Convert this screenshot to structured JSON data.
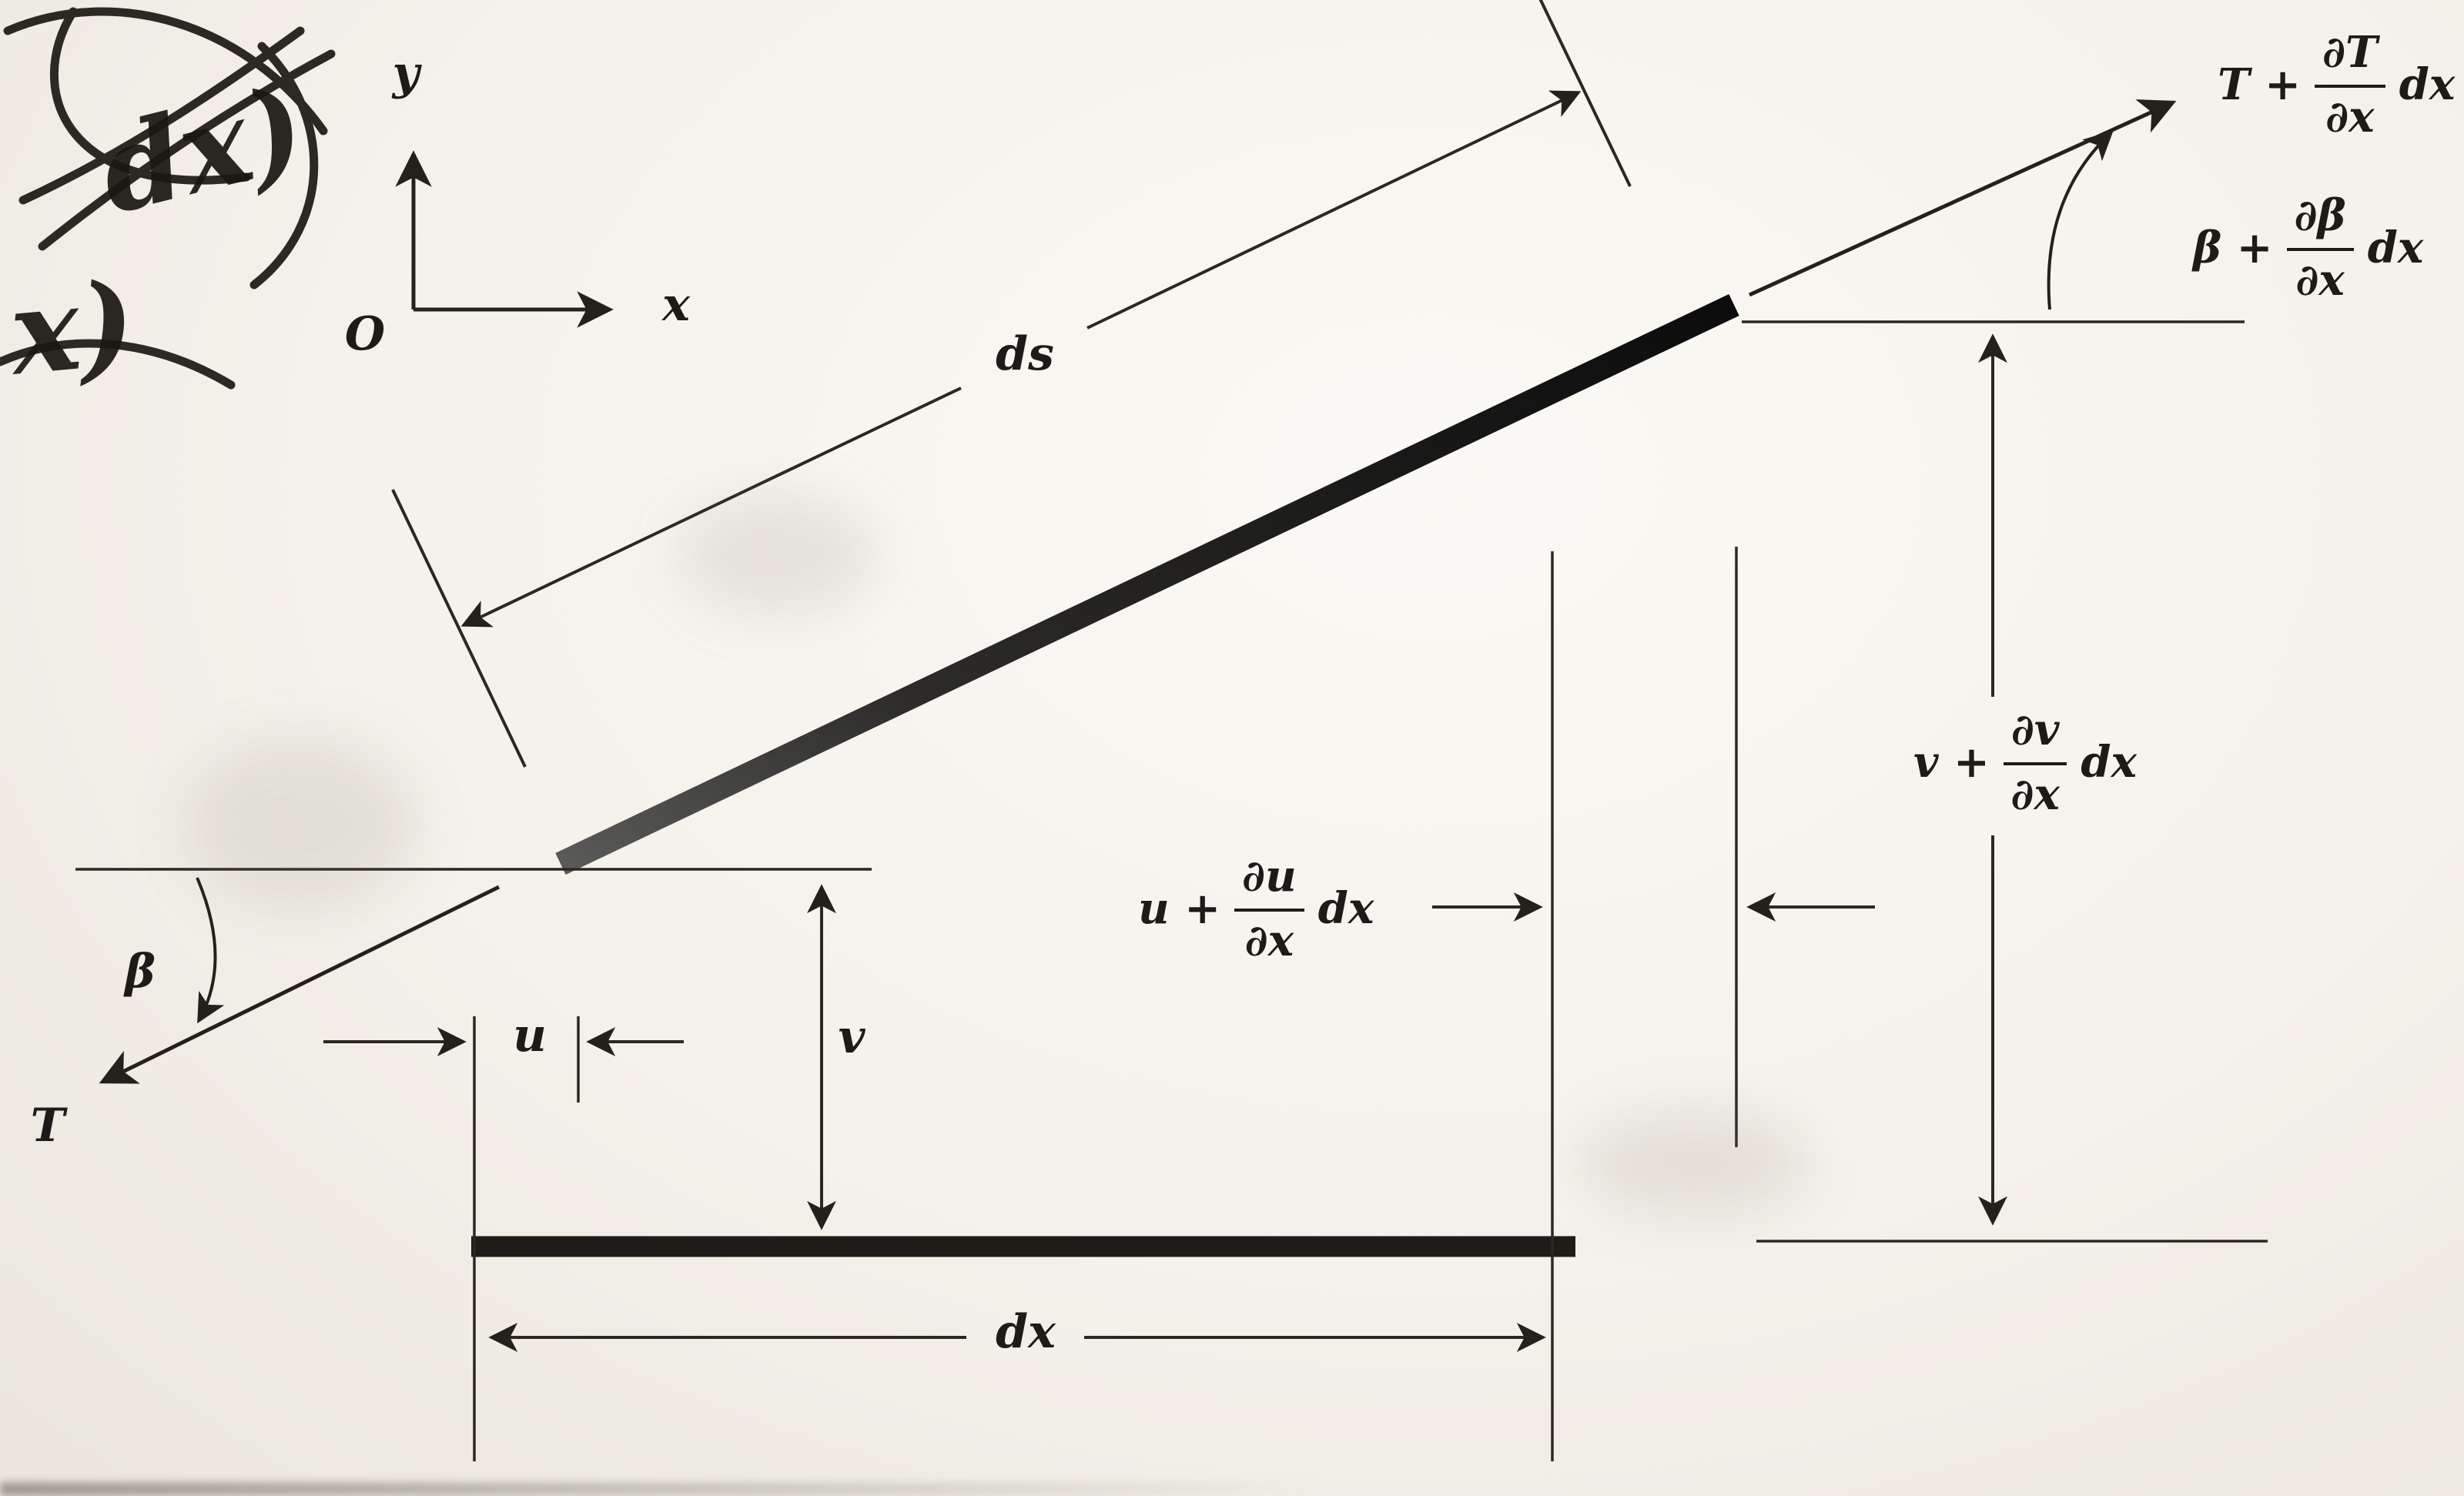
{
  "figure": {
    "description": "Free-body diagram of a differential string element dx displaced to length ds, with tension T and slope angle beta at each end",
    "colors": {
      "paper": "#f4f1ea",
      "ink": "#1d1b18",
      "bar": "#1b1917"
    },
    "axes": {
      "y_label": "y",
      "x_label": "x",
      "origin_label": "O"
    },
    "dimensions": {
      "ds": "ds",
      "dx": "dx",
      "u": "u",
      "v": "v"
    },
    "forces": {
      "T": "T",
      "beta": "β"
    },
    "expressions": {
      "T_dx": {
        "lead": "T +",
        "num": "∂T",
        "den": "∂x",
        "tail": "dx"
      },
      "beta_dx": {
        "lead": "β +",
        "num": "∂β",
        "den": "∂x",
        "tail": "dx"
      },
      "u_dx": {
        "lead": "u +",
        "num": "∂u",
        "den": "∂x",
        "tail": "dx"
      },
      "v_dx": {
        "lead": "v +",
        "num": "∂v",
        "den": "∂x",
        "tail": "dx"
      }
    },
    "handwriting": {
      "line1": "dx)",
      "line2": "x)"
    }
  }
}
